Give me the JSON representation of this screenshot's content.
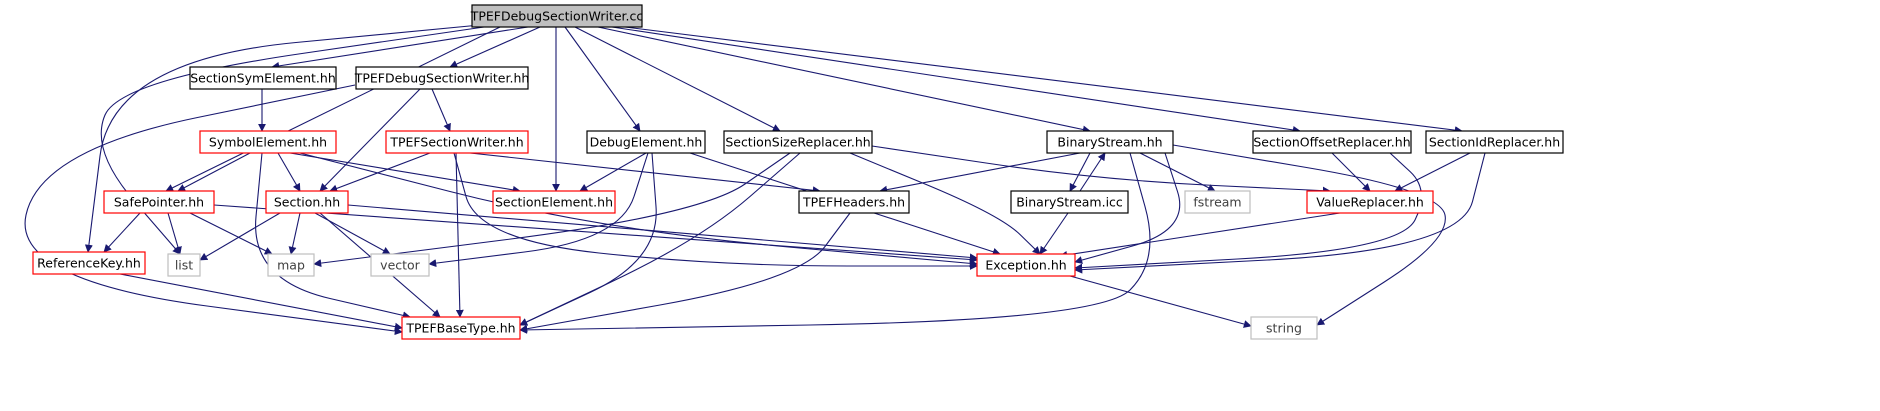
{
  "diagram": {
    "colors": {
      "edge": "#191970",
      "root_fill": "#bfbfbf",
      "normal_border": "#000000",
      "truncated_border": "#ff0000",
      "external_border": "#bfbfbf",
      "external_text": "#404040",
      "text": "#000000"
    },
    "nodes": [
      {
        "id": "root",
        "label": "TPEFDebugSectionWriter.cc",
        "kind": "root"
      },
      {
        "id": "symel",
        "label": "SectionSymElement.hh",
        "kind": "normal"
      },
      {
        "id": "dswhh",
        "label": "TPEFDebugSectionWriter.hh",
        "kind": "normal"
      },
      {
        "id": "symbol",
        "label": "SymbolElement.hh",
        "kind": "truncated"
      },
      {
        "id": "tsw",
        "label": "TPEFSectionWriter.hh",
        "kind": "truncated"
      },
      {
        "id": "debug",
        "label": "DebugElement.hh",
        "kind": "normal"
      },
      {
        "id": "ssr",
        "label": "SectionSizeReplacer.hh",
        "kind": "normal"
      },
      {
        "id": "bs",
        "label": "BinaryStream.hh",
        "kind": "normal"
      },
      {
        "id": "sor",
        "label": "SectionOffsetReplacer.hh",
        "kind": "normal"
      },
      {
        "id": "sir",
        "label": "SectionIdReplacer.hh",
        "kind": "normal"
      },
      {
        "id": "sp",
        "label": "SafePointer.hh",
        "kind": "truncated"
      },
      {
        "id": "section",
        "label": "Section.hh",
        "kind": "truncated"
      },
      {
        "id": "secel",
        "label": "SectionElement.hh",
        "kind": "truncated"
      },
      {
        "id": "headers",
        "label": "TPEFHeaders.hh",
        "kind": "normal"
      },
      {
        "id": "bsicc",
        "label": "BinaryStream.icc",
        "kind": "normal"
      },
      {
        "id": "fstream",
        "label": "fstream",
        "kind": "external"
      },
      {
        "id": "vr",
        "label": "ValueReplacer.hh",
        "kind": "truncated"
      },
      {
        "id": "refkey",
        "label": "ReferenceKey.hh",
        "kind": "truncated"
      },
      {
        "id": "list",
        "label": "list",
        "kind": "external"
      },
      {
        "id": "map",
        "label": "map",
        "kind": "external"
      },
      {
        "id": "vector",
        "label": "vector",
        "kind": "external"
      },
      {
        "id": "exc",
        "label": "Exception.hh",
        "kind": "truncated"
      },
      {
        "id": "basetype",
        "label": "TPEFBaseType.hh",
        "kind": "truncated"
      },
      {
        "id": "string",
        "label": "string",
        "kind": "external"
      }
    ]
  }
}
